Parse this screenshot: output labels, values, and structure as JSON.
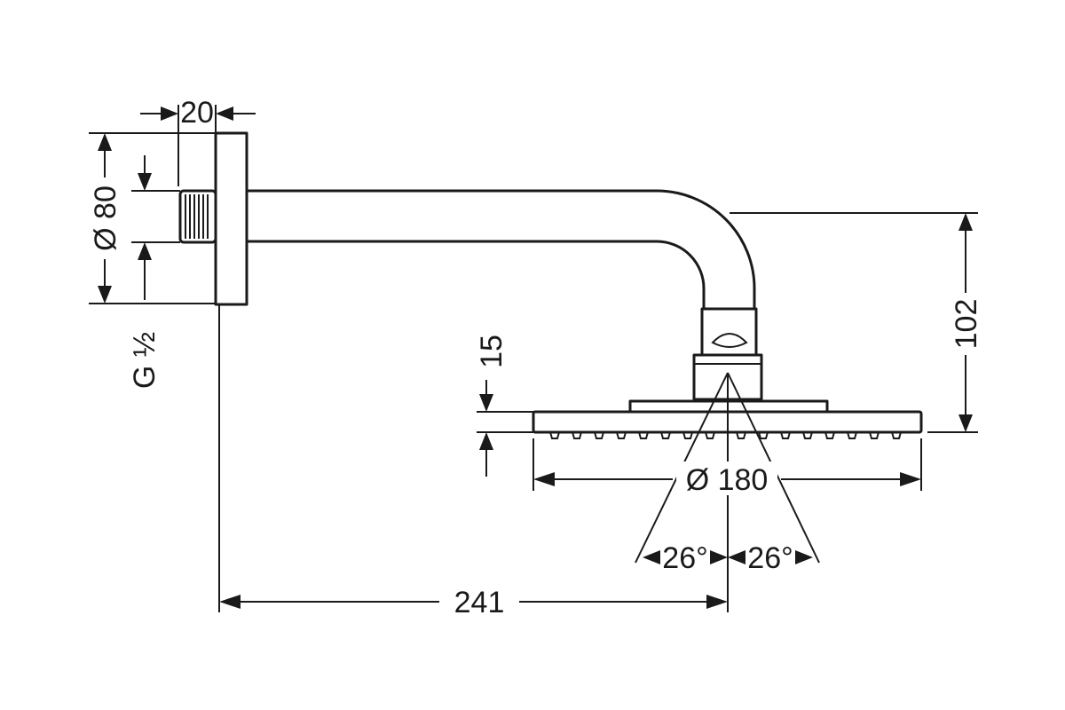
{
  "dimensions": {
    "flange_depth": "20",
    "flange_diameter": "Ø 80",
    "thread": "G ½",
    "head_thickness": "15",
    "head_diameter": "Ø 180",
    "spray_angle_left": "26°",
    "spray_angle_right": "26°",
    "arm_projection": "241",
    "arm_drop": "102"
  }
}
